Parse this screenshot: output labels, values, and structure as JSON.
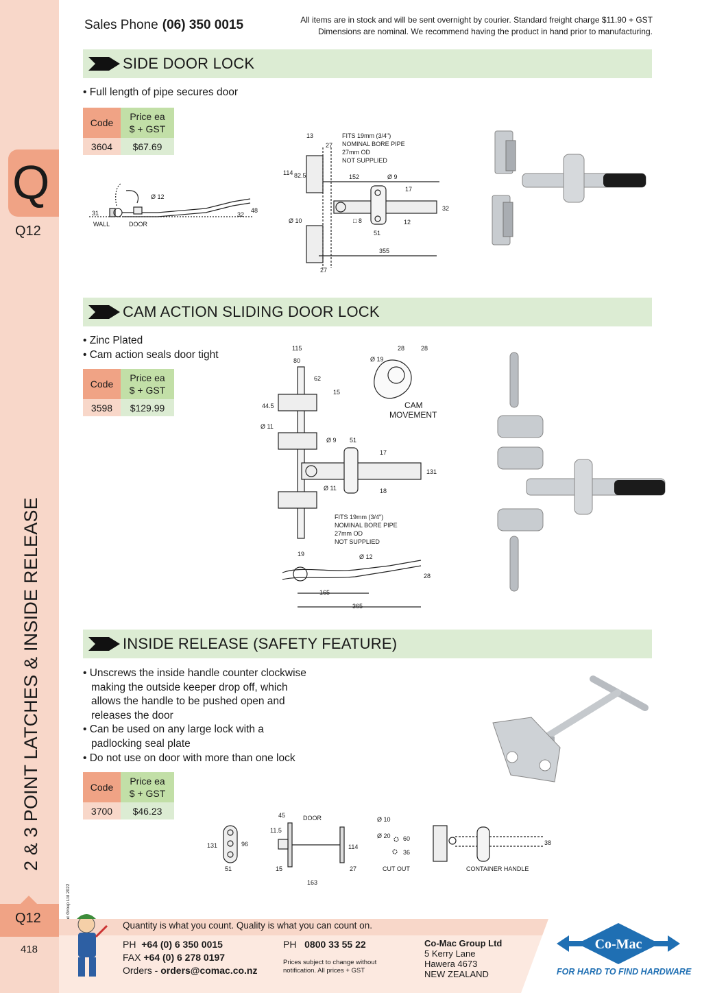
{
  "header": {
    "sales_label": "Sales Phone",
    "sales_phone": "(06) 350 0015",
    "freight_line1": "All items are in stock and will be sent overnight by courier. Standard freight charge $11.90 + GST",
    "freight_line2": "Dimensions are nominal. We recommend having the product in hand prior to manufacturing."
  },
  "sidebar": {
    "section_letter": "Q",
    "section_ref_top": "Q12",
    "vertical_title": "2 & 3 POINT LATCHES & INSIDE RELEASE",
    "copyright": "© Co-Mac Group Ltd 2022",
    "section_ref_bottom": "Q12",
    "page_number": "418"
  },
  "products": [
    {
      "title": "SIDE DOOR LOCK",
      "bullets": [
        "• Full length of pipe secures door"
      ],
      "code_header": "Code",
      "price_header_1": "Price ea",
      "price_header_2": "$ + GST",
      "code": "3604",
      "price": "$67.69"
    },
    {
      "title": "CAM ACTION SLIDING DOOR LOCK",
      "bullets": [
        "• Zinc Plated",
        "• Cam action seals door tight"
      ],
      "code_header": "Code",
      "price_header_1": "Price ea",
      "price_header_2": "$ + GST",
      "code": "3598",
      "price": "$129.99"
    },
    {
      "title": "INSIDE RELEASE  (SAFETY FEATURE)",
      "bullets": [
        "• Unscrews the inside handle counter clockwise",
        "making the outside keeper drop off, which",
        "allows the handle to be pushed open and",
        "releases the door",
        "• Can be used on any large lock with a",
        "padlocking seal plate",
        "• Do not use on door with more than one lock"
      ],
      "code_header": "Code",
      "price_header_1": "Price ea",
      "price_header_2": "$ + GST",
      "code": "3700",
      "price": "$46.23"
    }
  ],
  "diagram_labels": {
    "d1": {
      "wall": "WALL",
      "door": "DOOR",
      "d12": "Ø 12",
      "n31": "31",
      "n32": "32",
      "n48": "48",
      "n13": "13",
      "n27a": "27",
      "fits1": "FITS 19mm (3/4\")",
      "fits2": "NOMINAL BORE PIPE",
      "fits3": "27mm OD",
      "fits4": "NOT SUPPLIED",
      "n114": "114",
      "n825": "82.5",
      "n152": "152",
      "d9": "Ø 9",
      "n17": "17",
      "n32b": "32",
      "d10": "Ø 10",
      "sq8": "□ 8",
      "n12": "12",
      "n51": "51",
      "n355": "355",
      "n27b": "27"
    },
    "d2": {
      "n115": "115",
      "n80": "80",
      "n62": "62",
      "n15": "15",
      "n445": "44.5",
      "d11a": "Ø 11",
      "n28a": "28",
      "n28b": "28",
      "d19": "Ø 19",
      "cam1": "CAM",
      "cam2": "MOVEMENT",
      "d9": "Ø 9",
      "n51": "51",
      "n17": "17",
      "n131": "131",
      "d11b": "Ø 11",
      "n18": "18",
      "fits1": "FITS 19mm (3/4\")",
      "fits2": "NOMINAL BORE PIPE",
      "fits3": "27mm OD",
      "fits4": "NOT SUPPLIED",
      "n19": "19",
      "d12": "Ø 12",
      "n28c": "28",
      "n165": "165",
      "n365": "365"
    },
    "d3": {
      "n131": "131",
      "n96": "96",
      "n51": "51",
      "n45": "45",
      "door": "DOOR",
      "n115": "11.5",
      "n114": "114",
      "n15": "15",
      "n27": "27",
      "n163": "163",
      "d10": "Ø 10",
      "d20": "Ø 20",
      "n60": "60",
      "n36": "36",
      "cutout": "CUT OUT",
      "container": "CONTAINER HANDLE",
      "n38": "38"
    }
  },
  "footer": {
    "tagline": "Quantity is what you count. Quality is what you can count on.",
    "ph_label": "PH",
    "ph_value": "+64 (0) 6 350 0015",
    "fax_label": "FAX",
    "fax_value": "+64 (0) 6 278 0197",
    "orders_label": "Orders -",
    "orders_value": "orders@comac.co.nz",
    "ph2_label": "PH",
    "ph2_value": "0800 33 55 22",
    "note1": "Prices subject to change without",
    "note2": "notification. All prices + GST",
    "company": "Co-Mac Group Ltd",
    "addr1": "5 Kerry Lane",
    "addr2": "Hawera 4673",
    "addr3": "NEW ZEALAND",
    "logo_text": "Co-Mac",
    "slogan": "FOR HARD TO FIND HARDWARE"
  },
  "colors": {
    "sidebar": "#f8d7c9",
    "tab": "#f0a385",
    "banner": "#dcecd3",
    "price_header": "#c2dfa7",
    "brand_blue": "#1f6fb3"
  }
}
